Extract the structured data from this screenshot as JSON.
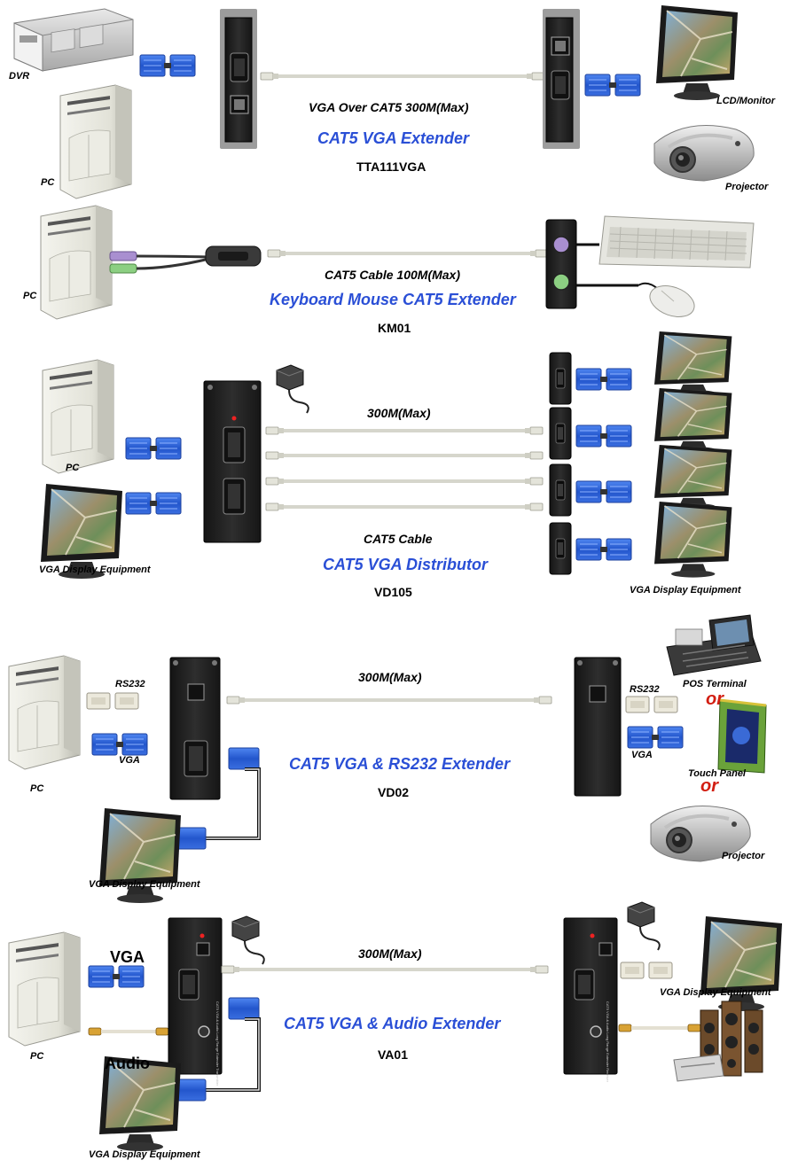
{
  "colors": {
    "title_blue": "#2a4fd6",
    "or_red": "#d21e12",
    "cable": "#d6d6cc",
    "connector_blue": "#2a5fd0",
    "box": "#1f1f1f"
  },
  "sections": [
    {
      "cable_label": "VGA Over CAT5 300M(Max)",
      "title": "CAT5 VGA Extender",
      "model": "TTA111VGA",
      "left_labels": [
        "DVR",
        "PC"
      ],
      "right_labels": [
        "LCD/Monitor",
        "Projector"
      ]
    },
    {
      "cable_label": "CAT5 Cable 100M(Max)",
      "title": "Keyboard Mouse CAT5 Extender",
      "model": "KM01",
      "left_labels": [
        "PC"
      ]
    },
    {
      "cable_label": "300M(Max)",
      "cable_label_2": "CAT5 Cable",
      "title": "CAT5 VGA Distributor",
      "model": "VD105",
      "left_labels": [
        "PC",
        "VGA Display Equipment"
      ],
      "right_labels": [
        "VGA Display Equipment"
      ]
    },
    {
      "cable_label": "300M(Max)",
      "title": "CAT5 VGA & RS232 Extender",
      "model": "VD02",
      "left_labels": [
        "RS232",
        "VGA",
        "PC",
        "VGA Display Equipment"
      ],
      "right_labels": [
        "RS232",
        "VGA",
        "POS Terminal",
        "or",
        "Touch Panel",
        "or",
        "Projector"
      ]
    },
    {
      "cable_label": "300M(Max)",
      "title": "CAT5 VGA & Audio Extender",
      "model": "VA01",
      "left_labels": [
        "VGA",
        "Audio",
        "PC",
        "VGA Display Equipment"
      ],
      "right_labels": [
        "VGA Display Equipment"
      ]
    }
  ]
}
